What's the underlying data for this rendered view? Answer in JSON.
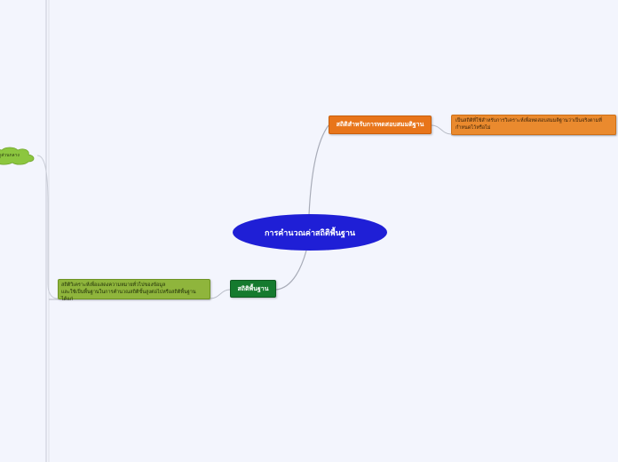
{
  "central": {
    "label": "การคำนวณค่าสถิติพื้นฐาน"
  },
  "branches": [
    {
      "label": "สถิติสำหรับการทดสอบสมมติฐาน",
      "color": "#e8751a",
      "children": [
        {
          "lines": [
            "เป็นสถิติที่ใช้สำหรับการวิเคราะห์เพื่อทดสอบสมมติฐานว่าเป็นจริงตามที่",
            "กำหนดไว้หรือไม่"
          ],
          "color": "#ea8a2e"
        }
      ]
    },
    {
      "label": "สถิติพื้นฐาน",
      "color": "#157a2e",
      "children": [
        {
          "lines": [
            "สถิติวิเคราะห์เพื่อแสดงความหมายทั่วไปของข้อมูล",
            "และใช้เป็นพื้นฐานในการคำนวณสถิติขั้นสูงต่อไปหรือสถิติพื้นฐานได้แก่"
          ],
          "color": "#8fb53c"
        }
      ]
    }
  ],
  "partial_left_node": {
    "label": "ดูส่วนกลาง",
    "color": "#8cc63f"
  }
}
